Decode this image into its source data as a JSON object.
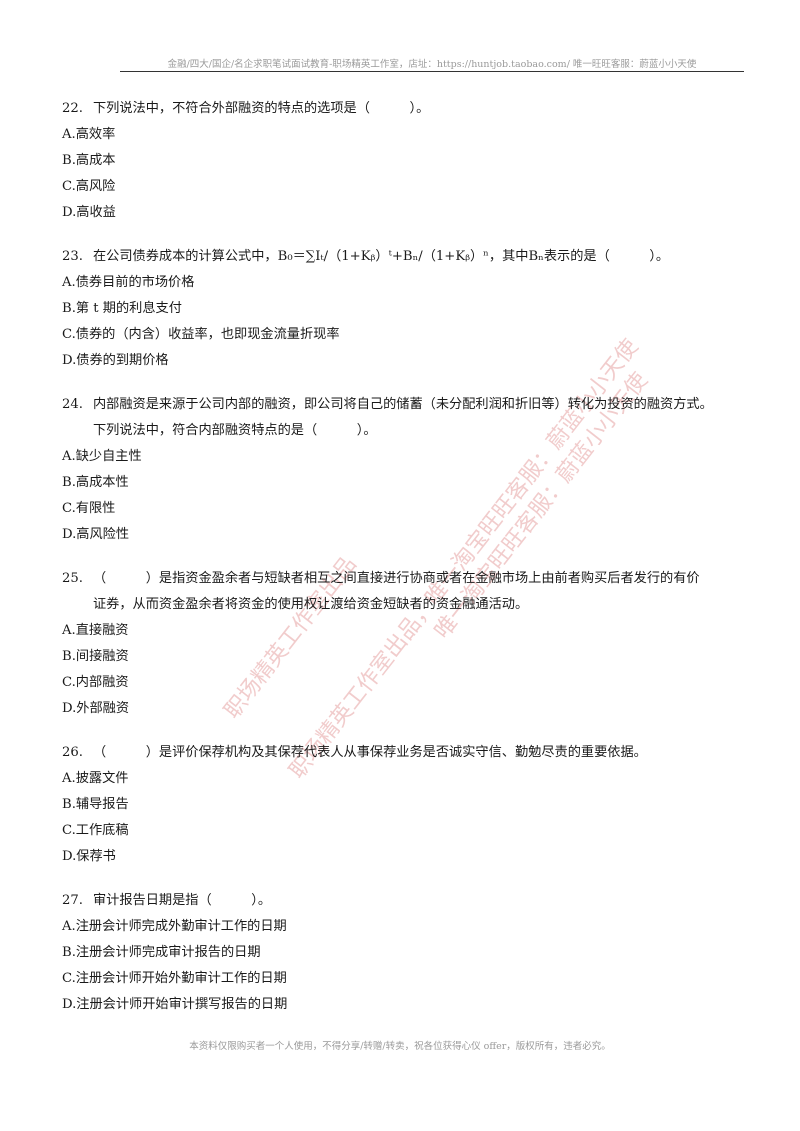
{
  "header": {
    "text": "金融/四大/国企/名企求职笔试面试教育-职场精英工作室，店址：https://huntjob.taobao.com/  唯一旺旺客服：蔚蓝小小天使"
  },
  "questions": [
    {
      "num": "22.",
      "lines": [
        "下列说法中，不符合外部融资的特点的选项是（　　　）。"
      ],
      "options": [
        "A.高效率",
        "B.高成本",
        "C.高风险",
        "D.高收益"
      ]
    },
    {
      "num": "23.",
      "lines": [
        "在公司债券成本的计算公式中，B₀＝∑Iₜ/（1+Kᵦ）ᵗ+Bₙ/（1+Kᵦ）ⁿ，其中Bₙ表示的是（　　　）。"
      ],
      "options": [
        "A.债券目前的市场价格",
        "B.第 t 期的利息支付",
        "C.债券的（内含）收益率，也即现金流量折现率",
        "D.债券的到期价格"
      ]
    },
    {
      "num": "24.",
      "lines": [
        "内部融资是来源于公司内部的融资，即公司将自己的储蓄（未分配利润和折旧等）转化为投资的融资方式。",
        "下列说法中，符合内部融资特点的是（　　　）。"
      ],
      "options": [
        "A.缺少自主性",
        "B.高成本性",
        "C.有限性",
        "D.高风险性"
      ]
    },
    {
      "num": "25.",
      "lines": [
        "（　　　）是指资金盈余者与短缺者相互之间直接进行协商或者在金融市场上由前者购买后者发行的有价",
        "证券，从而资金盈余者将资金的使用权让渡给资金短缺者的资金融通活动。"
      ],
      "options": [
        "A.直接融资",
        "B.间接融资",
        "C.内部融资",
        "D.外部融资"
      ]
    },
    {
      "num": "26.",
      "lines": [
        "（　　　）是评价保荐机构及其保荐代表人从事保荐业务是否诚实守信、勤勉尽责的重要依据。"
      ],
      "options": [
        "A.披露文件",
        "B.辅导报告",
        "C.工作底稿",
        "D.保荐书"
      ]
    },
    {
      "num": "27.",
      "lines": [
        "审计报告日期是指（　　　）。"
      ],
      "options": [
        "A.注册会计师完成外勤审计工作的日期",
        "B.注册会计师完成审计报告的日期",
        "C.注册会计师开始外勤审计工作的日期",
        "D.注册会计师开始审计撰写报告的日期"
      ]
    }
  ],
  "watermark": {
    "line1": "唯一淘宝旺旺客服：蔚蓝小小天使",
    "line2": "职场精英工作室出品，唯一淘宝旺旺客服：蔚蓝小小天使",
    "line3": "职场精英工作室出品",
    "color": "#e8a0a0"
  },
  "footer": {
    "text": "本资料仅限购买者一个人使用，不得分享/转赠/转卖，祝各位获得心仪 offer，版权所有，违者必究。"
  }
}
